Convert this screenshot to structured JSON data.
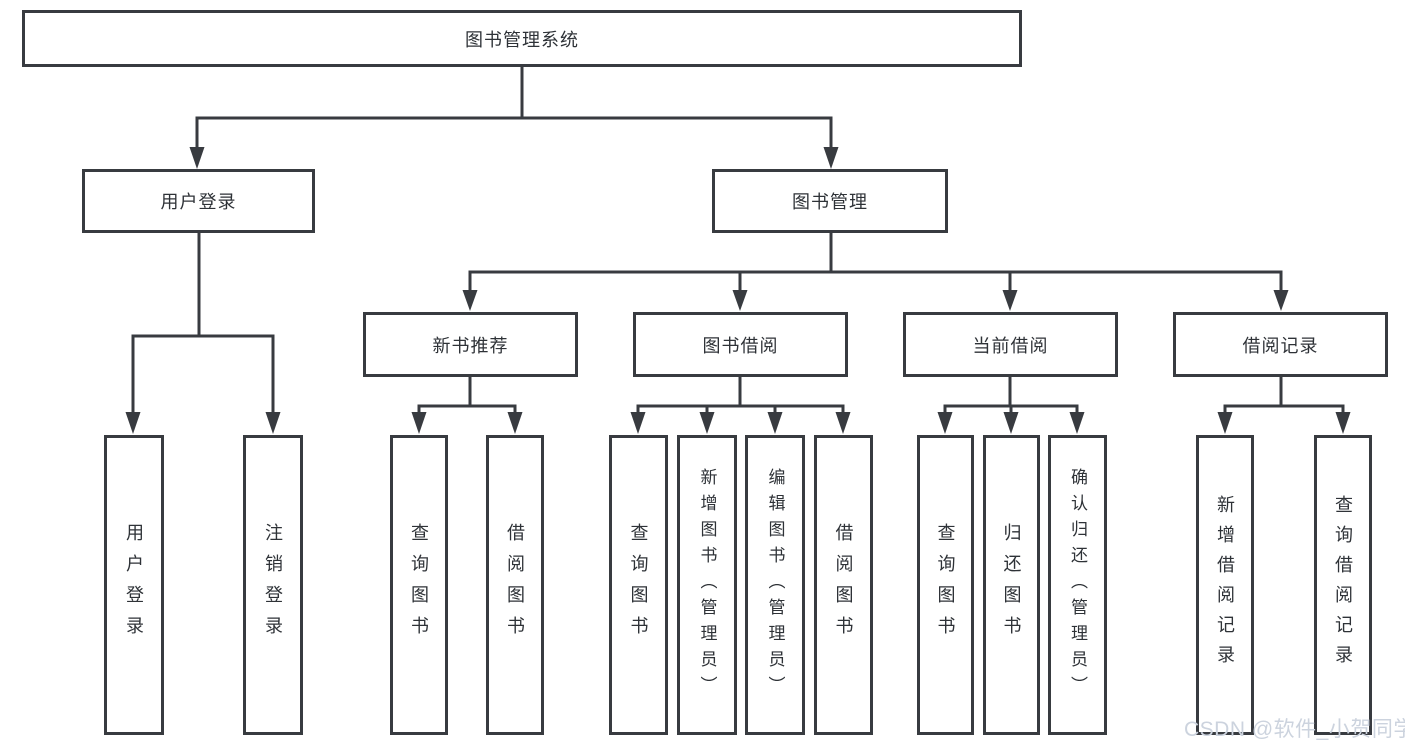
{
  "watermark": "CSDN @软件_小贺同学",
  "tree": {
    "root": {
      "label": "图书管理系统"
    },
    "branches": [
      {
        "label": "用户登录",
        "children": [
          {
            "label": "用户登录"
          },
          {
            "label": "注销登录"
          }
        ]
      },
      {
        "label": "图书管理",
        "sections": [
          {
            "label": "新书推荐",
            "children": [
              {
                "label": "查询图书"
              },
              {
                "label": "借阅图书"
              }
            ]
          },
          {
            "label": "图书借阅",
            "children": [
              {
                "label": "查询图书"
              },
              {
                "label": "新增图书（管理员）"
              },
              {
                "label": "编辑图书（管理员）"
              },
              {
                "label": "借阅图书"
              }
            ]
          },
          {
            "label": "当前借阅",
            "children": [
              {
                "label": "查询图书"
              },
              {
                "label": "归还图书"
              },
              {
                "label": "确认归还（管理员）"
              }
            ]
          },
          {
            "label": "借阅记录",
            "children": [
              {
                "label": "新增借阅记录"
              },
              {
                "label": "查询借阅记录"
              }
            ]
          }
        ]
      }
    ]
  }
}
